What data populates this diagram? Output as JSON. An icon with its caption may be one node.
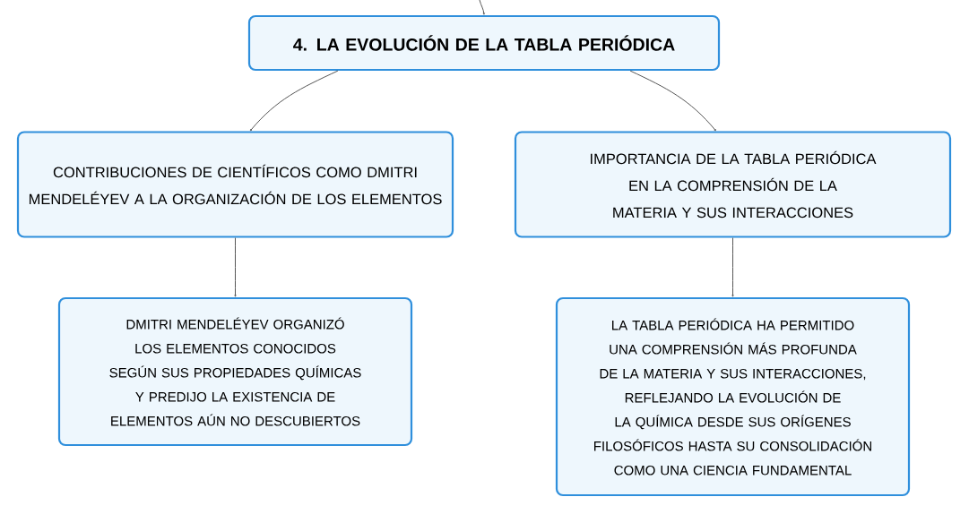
{
  "diagram": {
    "nodes": [
      {
        "text": [
          "4. LA EVOLUCIÓN DE LA TABLA PERIÓDICA"
        ]
      },
      {
        "text": [
          "CONTRIBUCIONES DE CIENTÍFICOS COMO DMITRI MENDELÉYEV A LA ORGANIZACIÓN DE LOS ELEMENTOS"
        ]
      },
      {
        "text": [
          "IMPORTANCIA DE LA TABLA PERIÓDICA EN LA COMPRENSIÓN DE LA MATERIA Y SUS INTERACCIONES"
        ]
      },
      {
        "text": [
          "DMITRI MENDELÉYEV ORGANIZÓ LOS ELEMENTOS CONOCIDOS SEGÚN SUS PROPIEDADES QUÍMICAS Y PREDIJO LA EXISTENCIA DE ELEMENTOS AÚN NO DESCUBIERTOS"
        ]
      },
      {
        "text": [
          "LA TABLA PERIÓDICA HA PERMITIDO UNA COMPRENSIÓN MÁS PROFUNDA DE LA MATERIA Y SUS INTERACCIONES, REFLEJANDO LA EVOLUCIÓN DE LA QUÍMICA DESDE SUS ORÍGENES FILOSÓFICOS HASTA SU CONSOLIDACIÓN COMO UNA CIENCIA FUNDAMENTAL"
        ]
      }
    ],
    "edges": [
      {
        "from": null,
        "to": 0,
        "arrow": "to"
      },
      {
        "from": 0,
        "to": 1,
        "arrow": "to"
      },
      {
        "from": 0,
        "to": 2,
        "arrow": "to"
      },
      {
        "from": 1,
        "to": 3,
        "arrow": "to"
      },
      {
        "from": 2,
        "to": 4,
        "arrow": "to"
      }
    ]
  }
}
